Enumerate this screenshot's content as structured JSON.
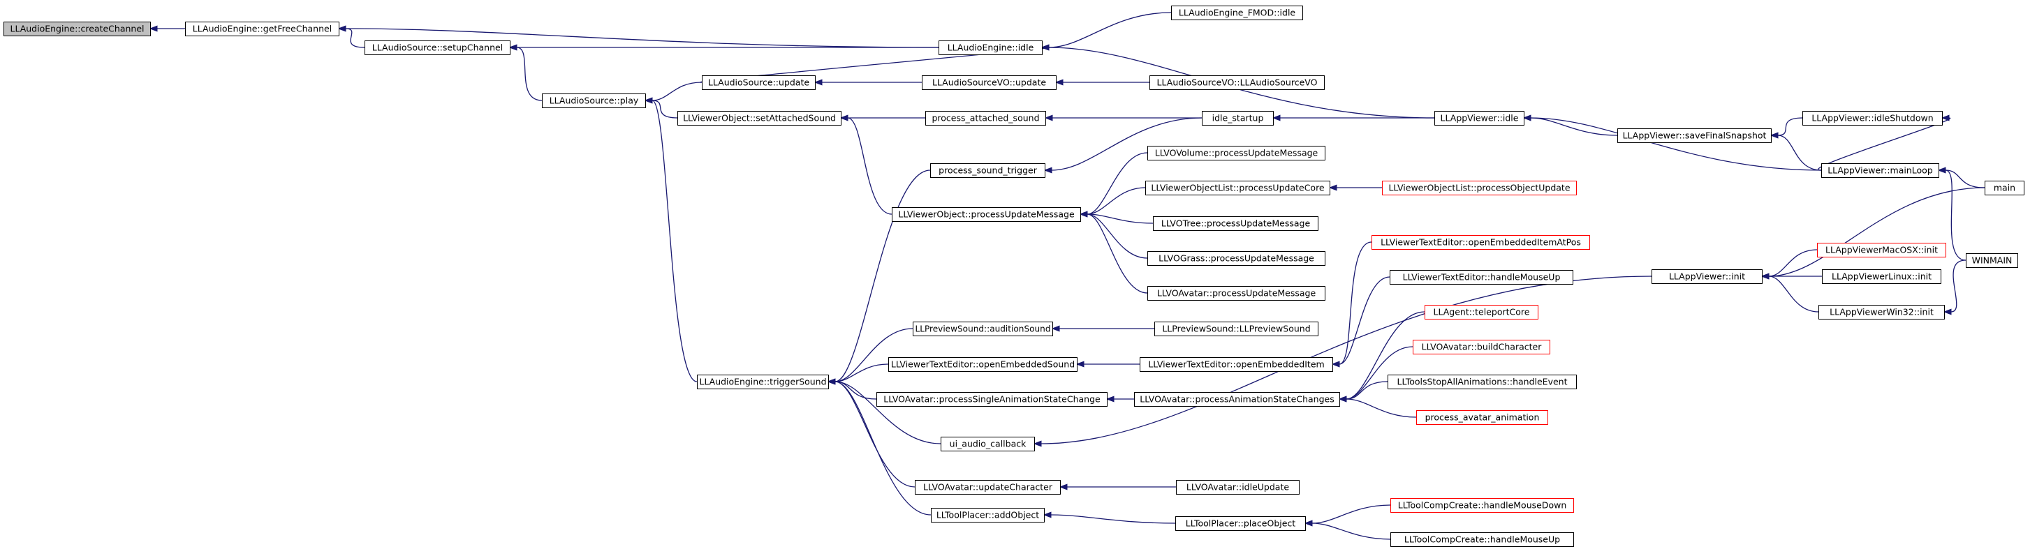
{
  "graph": {
    "colors": {
      "edge": "#191970",
      "node_border": "#000000",
      "node_fill": "#ffffff",
      "root_fill": "#bfbfbf",
      "link_border": "#ff0000"
    },
    "nodes": [
      {
        "id": "createChannel",
        "label": "LLAudioEngine::createChannel",
        "root": true
      },
      {
        "id": "getFreeChannel",
        "label": "LLAudioEngine::getFreeChannel"
      },
      {
        "id": "setupChannel",
        "label": "LLAudioSource::setupChannel"
      },
      {
        "id": "engineIdle",
        "label": "LLAudioEngine::idle"
      },
      {
        "id": "fmodIdle",
        "label": "LLAudioEngine_FMOD::idle"
      },
      {
        "id": "play",
        "label": "LLAudioSource::play"
      },
      {
        "id": "srcUpdate",
        "label": "LLAudioSource::update"
      },
      {
        "id": "voUpdate",
        "label": "LLAudioSourceVO::update"
      },
      {
        "id": "voCtor",
        "label": "LLAudioSourceVO::LLAudioSourceVO"
      },
      {
        "id": "setAttachedSound",
        "label": "LLViewerObject::setAttachedSound"
      },
      {
        "id": "processAttachedSound",
        "label": "process_attached_sound"
      },
      {
        "id": "idleStartup",
        "label": "idle_startup"
      },
      {
        "id": "appIdle",
        "label": "LLAppViewer::idle"
      },
      {
        "id": "saveFinalSnapshot",
        "label": "LLAppViewer::saveFinalSnapshot"
      },
      {
        "id": "idleShutdown",
        "label": "LLAppViewer::idleShutdown"
      },
      {
        "id": "mainLoop",
        "label": "LLAppViewer::mainLoop"
      },
      {
        "id": "main",
        "label": "main"
      },
      {
        "id": "winmain",
        "label": "WINMAIN"
      },
      {
        "id": "processSoundTrigger",
        "label": "process_sound_trigger"
      },
      {
        "id": "volumeUpdate",
        "label": "LLVOVolume::processUpdateMessage"
      },
      {
        "id": "objProcessUpdate",
        "label": "LLViewerObject::processUpdateMessage"
      },
      {
        "id": "processUpdateCore",
        "label": "LLViewerObjectList::processUpdateCore"
      },
      {
        "id": "processObjectUpdate",
        "label": "LLViewerObjectList::processObjectUpdate",
        "red": true
      },
      {
        "id": "treeUpdate",
        "label": "LLVOTree::processUpdateMessage"
      },
      {
        "id": "grassUpdate",
        "label": "LLVOGrass::processUpdateMessage"
      },
      {
        "id": "avatarUpdate",
        "label": "LLVOAvatar::processUpdateMessage"
      },
      {
        "id": "openEmbeddedItemAtPos",
        "label": "LLViewerTextEditor::openEmbeddedItemAtPos",
        "red": true
      },
      {
        "id": "handleMouseUpText",
        "label": "LLViewerTextEditor::handleMouseUp"
      },
      {
        "id": "teleportCore",
        "label": "LLAgent::teleportCore",
        "red": true
      },
      {
        "id": "buildCharacter",
        "label": "LLVOAvatar::buildCharacter",
        "red": true
      },
      {
        "id": "stopAllAnimations",
        "label": "LLToolsStopAllAnimations::handleEvent"
      },
      {
        "id": "processAvatarAnimation",
        "label": "process_avatar_animation",
        "red": true
      },
      {
        "id": "appInit",
        "label": "LLAppViewer::init"
      },
      {
        "id": "macInit",
        "label": "LLAppViewerMacOSX::init",
        "red": true
      },
      {
        "id": "linuxInit",
        "label": "LLAppViewerLinux::init"
      },
      {
        "id": "win32Init",
        "label": "LLAppViewerWin32::init"
      },
      {
        "id": "auditionSound",
        "label": "LLPreviewSound::auditionSound"
      },
      {
        "id": "previewSoundCtor",
        "label": "LLPreviewSound::LLPreviewSound"
      },
      {
        "id": "openEmbeddedSound",
        "label": "LLViewerTextEditor::openEmbeddedSound"
      },
      {
        "id": "openEmbeddedItem",
        "label": "LLViewerTextEditor::openEmbeddedItem"
      },
      {
        "id": "triggerSound",
        "label": "LLAudioEngine::triggerSound"
      },
      {
        "id": "singleAnimState",
        "label": "LLVOAvatar::processSingleAnimationStateChange"
      },
      {
        "id": "animStateChanges",
        "label": "LLVOAvatar::processAnimationStateChanges"
      },
      {
        "id": "uiAudioCallback",
        "label": "ui_audio_callback"
      },
      {
        "id": "updateCharacter",
        "label": "LLVOAvatar::updateCharacter"
      },
      {
        "id": "avatarIdleUpdate",
        "label": "LLVOAvatar::idleUpdate"
      },
      {
        "id": "addObject",
        "label": "LLToolPlacer::addObject"
      },
      {
        "id": "placeObject",
        "label": "LLToolPlacer::placeObject"
      },
      {
        "id": "compCreateDown",
        "label": "LLToolCompCreate::handleMouseDown",
        "red": true
      },
      {
        "id": "compCreateUp",
        "label": "LLToolCompCreate::handleMouseUp"
      }
    ],
    "edges": [
      {
        "from": "getFreeChannel",
        "to": "createChannel"
      },
      {
        "from": "setupChannel",
        "to": "getFreeChannel"
      },
      {
        "from": "engineIdle",
        "to": "getFreeChannel"
      },
      {
        "from": "engineIdle",
        "to": "setupChannel"
      },
      {
        "from": "play",
        "to": "setupChannel"
      },
      {
        "from": "fmodIdle",
        "to": "engineIdle"
      },
      {
        "from": "srcUpdate",
        "to": "engineIdle"
      },
      {
        "from": "appIdle",
        "to": "engineIdle"
      },
      {
        "from": "srcUpdate",
        "to": "play"
      },
      {
        "from": "setAttachedSound",
        "to": "play"
      },
      {
        "from": "triggerSound",
        "to": "play"
      },
      {
        "from": "voUpdate",
        "to": "srcUpdate"
      },
      {
        "from": "voCtor",
        "to": "voUpdate"
      },
      {
        "from": "processAttachedSound",
        "to": "setAttachedSound"
      },
      {
        "from": "objProcessUpdate",
        "to": "setAttachedSound"
      },
      {
        "from": "idleStartup",
        "to": "processAttachedSound"
      },
      {
        "from": "appIdle",
        "to": "idleStartup"
      },
      {
        "from": "idleStartup",
        "to": "processSoundTrigger"
      },
      {
        "from": "saveFinalSnapshot",
        "to": "appIdle"
      },
      {
        "from": "mainLoop",
        "to": "appIdle"
      },
      {
        "from": "idleShutdown",
        "to": "saveFinalSnapshot"
      },
      {
        "from": "mainLoop",
        "to": "saveFinalSnapshot"
      },
      {
        "from": "mainLoop",
        "to": "idleShutdown"
      },
      {
        "from": "main",
        "to": "mainLoop"
      },
      {
        "from": "winmain",
        "to": "mainLoop"
      },
      {
        "from": "volumeUpdate",
        "to": "objProcessUpdate"
      },
      {
        "from": "processUpdateCore",
        "to": "objProcessUpdate"
      },
      {
        "from": "treeUpdate",
        "to": "objProcessUpdate"
      },
      {
        "from": "grassUpdate",
        "to": "objProcessUpdate"
      },
      {
        "from": "avatarUpdate",
        "to": "objProcessUpdate"
      },
      {
        "from": "processObjectUpdate",
        "to": "processUpdateCore"
      },
      {
        "from": "processSoundTrigger",
        "to": "triggerSound"
      },
      {
        "from": "auditionSound",
        "to": "triggerSound"
      },
      {
        "from": "previewSoundCtor",
        "to": "auditionSound"
      },
      {
        "from": "openEmbeddedSound",
        "to": "triggerSound"
      },
      {
        "from": "openEmbeddedItem",
        "to": "openEmbeddedSound"
      },
      {
        "from": "openEmbeddedItemAtPos",
        "to": "openEmbeddedItem"
      },
      {
        "from": "handleMouseUpText",
        "to": "openEmbeddedItem"
      },
      {
        "from": "singleAnimState",
        "to": "triggerSound"
      },
      {
        "from": "animStateChanges",
        "to": "singleAnimState"
      },
      {
        "from": "teleportCore",
        "to": "animStateChanges"
      },
      {
        "from": "buildCharacter",
        "to": "animStateChanges"
      },
      {
        "from": "stopAllAnimations",
        "to": "animStateChanges"
      },
      {
        "from": "processAvatarAnimation",
        "to": "animStateChanges"
      },
      {
        "from": "uiAudioCallback",
        "to": "triggerSound"
      },
      {
        "from": "appInit",
        "to": "uiAudioCallback"
      },
      {
        "from": "main",
        "to": "appInit"
      },
      {
        "from": "macInit",
        "to": "appInit"
      },
      {
        "from": "linuxInit",
        "to": "appInit"
      },
      {
        "from": "win32Init",
        "to": "appInit"
      },
      {
        "from": "winmain",
        "to": "win32Init"
      },
      {
        "from": "updateCharacter",
        "to": "triggerSound"
      },
      {
        "from": "avatarIdleUpdate",
        "to": "updateCharacter"
      },
      {
        "from": "addObject",
        "to": "triggerSound"
      },
      {
        "from": "placeObject",
        "to": "addObject"
      },
      {
        "from": "compCreateDown",
        "to": "placeObject"
      },
      {
        "from": "compCreateUp",
        "to": "placeObject"
      }
    ]
  }
}
